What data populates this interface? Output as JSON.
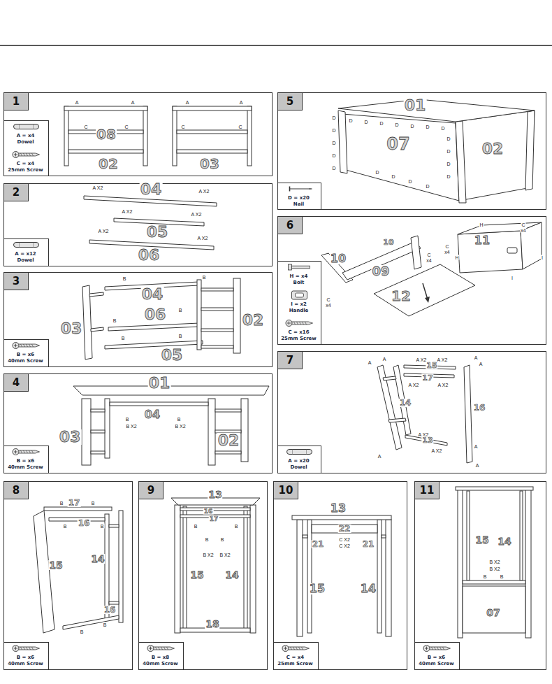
{
  "diagram": {
    "nodes": [
      {
        "text": [
          "1"
        ]
      },
      {
        "text": [
          "A = x4",
          "Dowel",
          "C = x4",
          "25mm Screw"
        ],
        "in": 0
      },
      {
        "text": [
          "2"
        ]
      },
      {
        "text": [
          "A = x12",
          "Dowel"
        ],
        "in": 2
      },
      {
        "text": [
          "3"
        ]
      },
      {
        "text": [
          "B = x6",
          "40mm Screw"
        ],
        "in": 4
      },
      {
        "text": [
          "4"
        ]
      },
      {
        "text": [
          "B = x6",
          "40mm Screw"
        ],
        "in": 6
      },
      {
        "text": [
          "5"
        ]
      },
      {
        "text": [
          "D = x20",
          "Nail"
        ],
        "in": 8
      },
      {
        "text": [
          "6"
        ]
      },
      {
        "text": [
          "H = x4",
          "Bolt",
          "I = x2",
          "Handle",
          "C = x16",
          "25mm Screw"
        ],
        "in": 10
      },
      {
        "text": [
          "7"
        ]
      },
      {
        "text": [
          "A = x20",
          "Dowel"
        ],
        "in": 12
      },
      {
        "text": [
          "8"
        ]
      },
      {
        "text": [
          "B = x6",
          "40mm Screw"
        ],
        "in": 14
      },
      {
        "text": [
          "9"
        ]
      },
      {
        "text": [
          "B = x8",
          "40mm Screw"
        ],
        "in": 16
      },
      {
        "text": [
          "10"
        ]
      },
      {
        "text": [
          "C = x4",
          "25mm Screw"
        ],
        "in": 18
      },
      {
        "text": [
          "11"
        ]
      },
      {
        "text": [
          "B = x6",
          "40mm Screw"
        ],
        "in": 20
      }
    ],
    "labels": [
      "A",
      "A",
      "C",
      "C",
      "08",
      "02",
      "A",
      "A",
      "C",
      "C",
      "03",
      "A X2",
      "04",
      "A X2",
      "A X2",
      "05",
      "A X2",
      "A X2",
      "06",
      "A X2",
      "B",
      "04",
      "B",
      "B",
      "06",
      "B",
      "03",
      "02",
      "B",
      "B",
      "05",
      "01",
      "04",
      "B",
      "B X2",
      "B",
      "B X2",
      "03",
      "02",
      "01",
      "07",
      "02",
      "D",
      "D",
      "D",
      "D",
      "D",
      "D",
      "D",
      "D",
      "D",
      "D",
      "D",
      "D",
      "D",
      "D",
      "D",
      "D",
      "D",
      "D",
      "D",
      "D",
      "10",
      "10",
      "09",
      "C",
      "x4",
      "C",
      "x4",
      "12",
      "H",
      "C",
      "x4",
      "11",
      "C",
      "x4",
      "H",
      "I",
      "I",
      "A",
      "A",
      "A X2",
      "A X2",
      "15",
      "17",
      "A X2",
      "A X2",
      "A",
      "A",
      "14",
      "16",
      "A X2",
      "13",
      "A X2",
      "A",
      "A",
      "A",
      "B",
      "17",
      "B",
      "B",
      "16",
      "B",
      "15",
      "14",
      "16",
      "B",
      "B",
      "13",
      "16",
      "17",
      "B",
      "B",
      "B",
      "B",
      "B X2",
      "B X2",
      "15",
      "14",
      "18",
      "13",
      "22",
      "21",
      "C X2",
      "C X2",
      "21",
      "15",
      "14",
      "15",
      "14",
      "B X2",
      "B X2",
      "B",
      "B",
      "07"
    ]
  }
}
